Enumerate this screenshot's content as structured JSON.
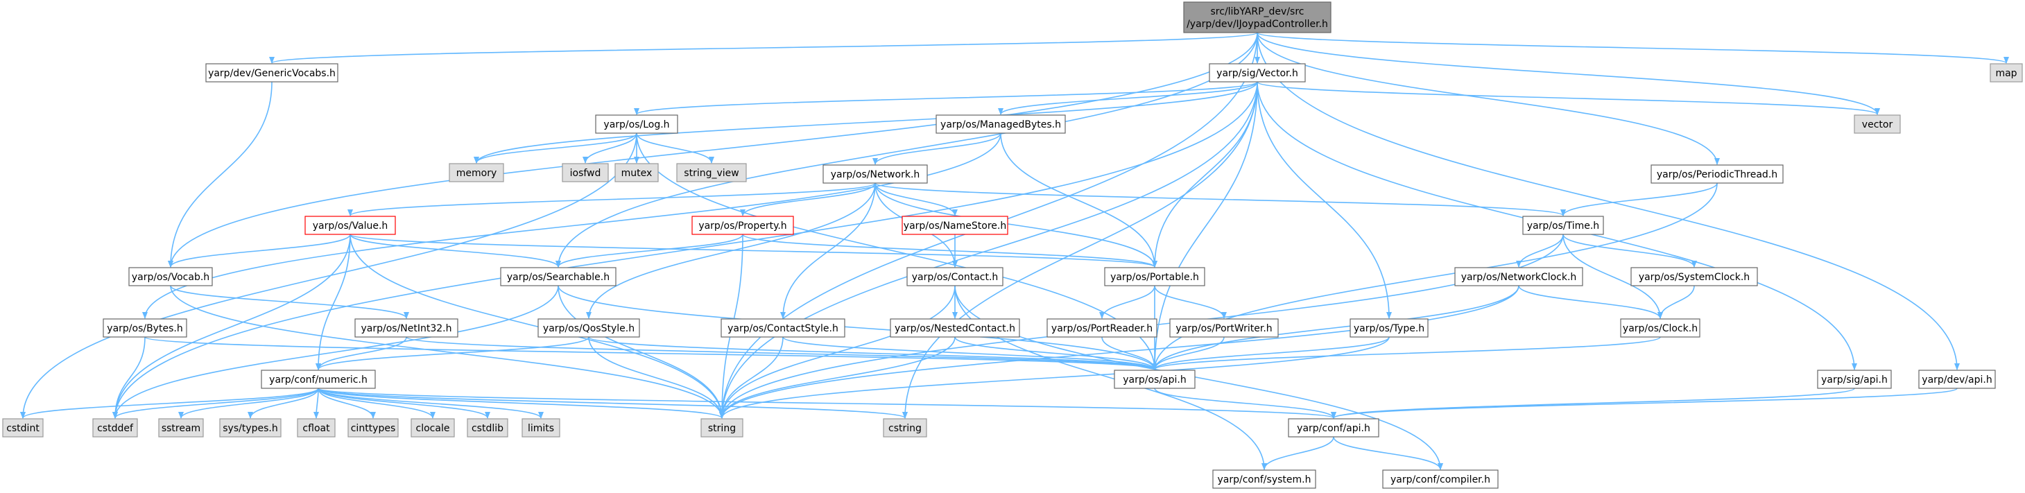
{
  "colors": {
    "edge": "#63b8ff",
    "edge_red": "#7fb8e8",
    "node_fill": "#ffffff",
    "node_stroke": "#666666",
    "node_stroke_red": "#ff0000",
    "root_fill": "#999999",
    "root_stroke": "#666666",
    "system_fill": "#e0e0e0",
    "system_stroke": "#999999"
  },
  "nodes": [
    {
      "id": "root",
      "lines": [
        "src/libYARP_dev/src",
        "/yarp/dev/IJoypadController.h"
      ],
      "kind": "root"
    },
    {
      "id": "generic_vocabs",
      "lines": [
        "yarp/dev/GenericVocabs.h"
      ],
      "kind": "normal"
    },
    {
      "id": "vector_h",
      "lines": [
        "yarp/sig/Vector.h"
      ],
      "kind": "normal"
    },
    {
      "id": "map",
      "lines": [
        "map"
      ],
      "kind": "system"
    },
    {
      "id": "log_h",
      "lines": [
        "yarp/os/Log.h"
      ],
      "kind": "normal"
    },
    {
      "id": "managed_bytes",
      "lines": [
        "yarp/os/ManagedBytes.h"
      ],
      "kind": "normal"
    },
    {
      "id": "vector",
      "lines": [
        "vector"
      ],
      "kind": "system"
    },
    {
      "id": "memory",
      "lines": [
        "memory"
      ],
      "kind": "system"
    },
    {
      "id": "iosfwd",
      "lines": [
        "iosfwd"
      ],
      "kind": "system"
    },
    {
      "id": "mutex",
      "lines": [
        "mutex"
      ],
      "kind": "system"
    },
    {
      "id": "string_view",
      "lines": [
        "string_view"
      ],
      "kind": "system"
    },
    {
      "id": "network_h",
      "lines": [
        "yarp/os/Network.h"
      ],
      "kind": "normal"
    },
    {
      "id": "periodic_thread",
      "lines": [
        "yarp/os/PeriodicThread.h"
      ],
      "kind": "normal"
    },
    {
      "id": "value_h",
      "lines": [
        "yarp/os/Value.h"
      ],
      "kind": "red"
    },
    {
      "id": "property_h",
      "lines": [
        "yarp/os/Property.h"
      ],
      "kind": "red"
    },
    {
      "id": "namestore_h",
      "lines": [
        "yarp/os/NameStore.h"
      ],
      "kind": "red"
    },
    {
      "id": "time_h",
      "lines": [
        "yarp/os/Time.h"
      ],
      "kind": "normal"
    },
    {
      "id": "vocab_h",
      "lines": [
        "yarp/os/Vocab.h"
      ],
      "kind": "normal"
    },
    {
      "id": "searchable_h",
      "lines": [
        "yarp/os/Searchable.h"
      ],
      "kind": "normal"
    },
    {
      "id": "contact_h",
      "lines": [
        "yarp/os/Contact.h"
      ],
      "kind": "normal"
    },
    {
      "id": "portable_h",
      "lines": [
        "yarp/os/Portable.h"
      ],
      "kind": "normal"
    },
    {
      "id": "networkclock_h",
      "lines": [
        "yarp/os/NetworkClock.h"
      ],
      "kind": "normal"
    },
    {
      "id": "systemclock_h",
      "lines": [
        "yarp/os/SystemClock.h"
      ],
      "kind": "normal"
    },
    {
      "id": "bytes_h",
      "lines": [
        "yarp/os/Bytes.h"
      ],
      "kind": "normal"
    },
    {
      "id": "netint32_h",
      "lines": [
        "yarp/os/NetInt32.h"
      ],
      "kind": "normal"
    },
    {
      "id": "qosstyle_h",
      "lines": [
        "yarp/os/QosStyle.h"
      ],
      "kind": "normal"
    },
    {
      "id": "contactstyle_h",
      "lines": [
        "yarp/os/ContactStyle.h"
      ],
      "kind": "normal"
    },
    {
      "id": "nestedcontact_h",
      "lines": [
        "yarp/os/NestedContact.h"
      ],
      "kind": "normal"
    },
    {
      "id": "portreader_h",
      "lines": [
        "yarp/os/PortReader.h"
      ],
      "kind": "normal"
    },
    {
      "id": "portwriter_h",
      "lines": [
        "yarp/os/PortWriter.h"
      ],
      "kind": "normal"
    },
    {
      "id": "type_h",
      "lines": [
        "yarp/os/Type.h"
      ],
      "kind": "normal"
    },
    {
      "id": "clock_h",
      "lines": [
        "yarp/os/Clock.h"
      ],
      "kind": "normal"
    },
    {
      "id": "numeric_h",
      "lines": [
        "yarp/conf/numeric.h"
      ],
      "kind": "normal"
    },
    {
      "id": "os_api_h",
      "lines": [
        "yarp/os/api.h"
      ],
      "kind": "normal"
    },
    {
      "id": "sig_api_h",
      "lines": [
        "yarp/sig/api.h"
      ],
      "kind": "normal"
    },
    {
      "id": "dev_api_h",
      "lines": [
        "yarp/dev/api.h"
      ],
      "kind": "normal"
    },
    {
      "id": "cstdint",
      "lines": [
        "cstdint"
      ],
      "kind": "system"
    },
    {
      "id": "cstddef",
      "lines": [
        "cstddef"
      ],
      "kind": "system"
    },
    {
      "id": "sstream",
      "lines": [
        "sstream"
      ],
      "kind": "system"
    },
    {
      "id": "systypes",
      "lines": [
        "sys/types.h"
      ],
      "kind": "system"
    },
    {
      "id": "cfloat",
      "lines": [
        "cfloat"
      ],
      "kind": "system"
    },
    {
      "id": "cinttypes",
      "lines": [
        "cinttypes"
      ],
      "kind": "system"
    },
    {
      "id": "clocale",
      "lines": [
        "clocale"
      ],
      "kind": "system"
    },
    {
      "id": "cstdlib",
      "lines": [
        "cstdlib"
      ],
      "kind": "system"
    },
    {
      "id": "limits",
      "lines": [
        "limits"
      ],
      "kind": "system"
    },
    {
      "id": "string",
      "lines": [
        "string"
      ],
      "kind": "system"
    },
    {
      "id": "cstring",
      "lines": [
        "cstring"
      ],
      "kind": "system"
    },
    {
      "id": "conf_api_h",
      "lines": [
        "yarp/conf/api.h"
      ],
      "kind": "normal"
    },
    {
      "id": "conf_system_h",
      "lines": [
        "yarp/conf/system.h"
      ],
      "kind": "normal"
    },
    {
      "id": "conf_compiler_h",
      "lines": [
        "yarp/conf/compiler.h"
      ],
      "kind": "normal"
    }
  ],
  "edges": [
    [
      "root",
      "generic_vocabs"
    ],
    [
      "root",
      "vector_h"
    ],
    [
      "root",
      "map"
    ],
    [
      "root",
      "vector"
    ],
    [
      "root",
      "vocab_h"
    ],
    [
      "root",
      "searchable_h"
    ],
    [
      "root",
      "periodic_thread"
    ],
    [
      "root",
      "dev_api_h"
    ],
    [
      "root",
      "string"
    ],
    [
      "generic_vocabs",
      "vocab_h"
    ],
    [
      "vector_h",
      "log_h"
    ],
    [
      "vector_h",
      "managed_bytes"
    ],
    [
      "vector_h",
      "vector"
    ],
    [
      "vector_h",
      "memory"
    ],
    [
      "vector_h",
      "portable_h"
    ],
    [
      "vector_h",
      "type_h"
    ],
    [
      "vector_h",
      "sig_api_h"
    ],
    [
      "vector_h",
      "string"
    ],
    [
      "vector_h",
      "cstring"
    ],
    [
      "vector_h",
      "cstddef"
    ],
    [
      "vector_h",
      "os_api_h"
    ],
    [
      "log_h",
      "memory"
    ],
    [
      "log_h",
      "iosfwd"
    ],
    [
      "log_h",
      "mutex"
    ],
    [
      "log_h",
      "string_view"
    ],
    [
      "log_h",
      "os_api_h"
    ],
    [
      "log_h",
      "cstdint"
    ],
    [
      "managed_bytes",
      "network_h"
    ],
    [
      "managed_bytes",
      "portable_h"
    ],
    [
      "managed_bytes",
      "bytes_h"
    ],
    [
      "network_h",
      "value_h"
    ],
    [
      "network_h",
      "property_h"
    ],
    [
      "network_h",
      "namestore_h"
    ],
    [
      "network_h",
      "time_h"
    ],
    [
      "network_h",
      "contact_h"
    ],
    [
      "network_h",
      "portable_h"
    ],
    [
      "network_h",
      "qosstyle_h"
    ],
    [
      "network_h",
      "contactstyle_h"
    ],
    [
      "periodic_thread",
      "time_h"
    ],
    [
      "periodic_thread",
      "os_api_h"
    ],
    [
      "value_h",
      "vocab_h"
    ],
    [
      "value_h",
      "searchable_h"
    ],
    [
      "value_h",
      "portable_h"
    ],
    [
      "value_h",
      "numeric_h"
    ],
    [
      "value_h",
      "string"
    ],
    [
      "value_h",
      "cstddef"
    ],
    [
      "property_h",
      "searchable_h"
    ],
    [
      "property_h",
      "portable_h"
    ],
    [
      "property_h",
      "string"
    ],
    [
      "namestore_h",
      "contact_h"
    ],
    [
      "time_h",
      "networkclock_h"
    ],
    [
      "time_h",
      "systemclock_h"
    ],
    [
      "time_h",
      "clock_h"
    ],
    [
      "time_h",
      "string"
    ],
    [
      "vocab_h",
      "netint32_h"
    ],
    [
      "vocab_h",
      "string"
    ],
    [
      "searchable_h",
      "os_api_h"
    ],
    [
      "searchable_h",
      "string"
    ],
    [
      "searchable_h",
      "cstddef"
    ],
    [
      "contact_h",
      "nestedcontact_h"
    ],
    [
      "contact_h",
      "conf_system_h"
    ],
    [
      "contact_h",
      "conf_compiler_h"
    ],
    [
      "contact_h",
      "string"
    ],
    [
      "portable_h",
      "portreader_h"
    ],
    [
      "portable_h",
      "portwriter_h"
    ],
    [
      "portable_h",
      "os_api_h"
    ],
    [
      "networkclock_h",
      "clock_h"
    ],
    [
      "networkclock_h",
      "os_api_h"
    ],
    [
      "networkclock_h",
      "string"
    ],
    [
      "systemclock_h",
      "clock_h"
    ],
    [
      "bytes_h",
      "os_api_h"
    ],
    [
      "bytes_h",
      "cstddef"
    ],
    [
      "netint32_h",
      "numeric_h"
    ],
    [
      "netint32_h",
      "os_api_h"
    ],
    [
      "qosstyle_h",
      "numeric_h"
    ],
    [
      "qosstyle_h",
      "os_api_h"
    ],
    [
      "qosstyle_h",
      "string"
    ],
    [
      "contactstyle_h",
      "os_api_h"
    ],
    [
      "contactstyle_h",
      "string"
    ],
    [
      "nestedcontact_h",
      "os_api_h"
    ],
    [
      "nestedcontact_h",
      "string"
    ],
    [
      "portreader_h",
      "os_api_h"
    ],
    [
      "portwriter_h",
      "os_api_h"
    ],
    [
      "type_h",
      "os_api_h"
    ],
    [
      "type_h",
      "string"
    ],
    [
      "clock_h",
      "os_api_h"
    ],
    [
      "numeric_h",
      "cstdint"
    ],
    [
      "numeric_h",
      "cstddef"
    ],
    [
      "numeric_h",
      "sstream"
    ],
    [
      "numeric_h",
      "systypes"
    ],
    [
      "numeric_h",
      "cfloat"
    ],
    [
      "numeric_h",
      "cinttypes"
    ],
    [
      "numeric_h",
      "clocale"
    ],
    [
      "numeric_h",
      "cstdlib"
    ],
    [
      "numeric_h",
      "limits"
    ],
    [
      "numeric_h",
      "string"
    ],
    [
      "numeric_h",
      "cstring"
    ],
    [
      "numeric_h",
      "conf_api_h"
    ],
    [
      "os_api_h",
      "conf_api_h"
    ],
    [
      "sig_api_h",
      "conf_api_h"
    ],
    [
      "dev_api_h",
      "conf_api_h"
    ],
    [
      "conf_api_h",
      "conf_system_h"
    ],
    [
      "conf_api_h",
      "conf_compiler_h"
    ]
  ]
}
